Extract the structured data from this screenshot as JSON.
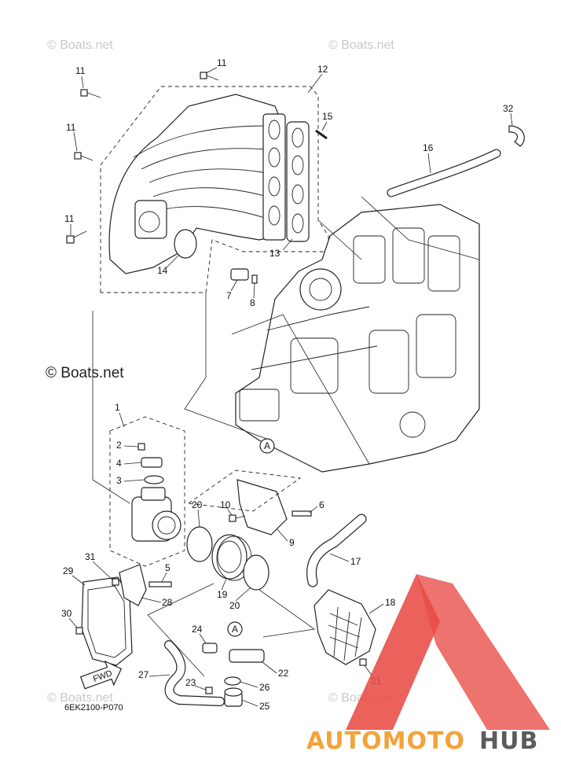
{
  "watermark": {
    "text": "© Boats.net",
    "main_text": "© Boats.net"
  },
  "diagram_code": "6EK2100-P070",
  "fwd_label": "FWD",
  "ref_mark": "A",
  "brand": {
    "part1": "AUTOMOTO",
    "part2": "HUB",
    "color_red": "#e84b45",
    "color_orange": "#f3a33b",
    "color_gray": "#5b5b5b"
  },
  "callouts": {
    "c1": "1",
    "c2": "2",
    "c3": "3",
    "c4": "4",
    "c5": "5",
    "c6": "6",
    "c7": "7",
    "c8": "8",
    "c9": "9",
    "c10": "10",
    "c11a": "11",
    "c11b": "11",
    "c11c": "11",
    "c11d": "11",
    "c12": "12",
    "c13": "13",
    "c14": "14",
    "c15": "15",
    "c16": "16",
    "c17": "17",
    "c18": "18",
    "c19": "19",
    "c20a": "20",
    "c20b": "20",
    "c21": "21",
    "c22": "22",
    "c23": "23",
    "c24": "24",
    "c25": "25",
    "c26": "26",
    "c27": "27",
    "c28": "28",
    "c29": "29",
    "c30": "30",
    "c31": "31",
    "c32": "32"
  }
}
